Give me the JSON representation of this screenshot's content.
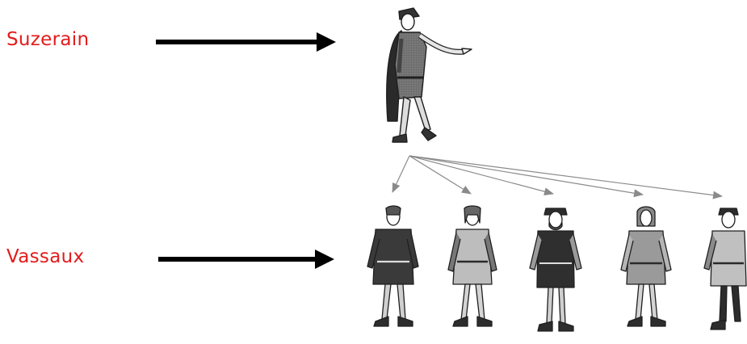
{
  "labels": {
    "top": "Suzerain",
    "bottom": "Vassaux"
  },
  "colors": {
    "label": "#e31b1b",
    "arrow": "#000000",
    "hierarchy_arrow": "#8a8a8a",
    "ink": "#1f1f1f",
    "dark_cloth": "#3a3a3a",
    "mid_cloth": "#7a7a7a",
    "light_cloth": "#bdbdbd"
  },
  "figures": {
    "suzerain_count": 1,
    "vassal_count": 5
  }
}
